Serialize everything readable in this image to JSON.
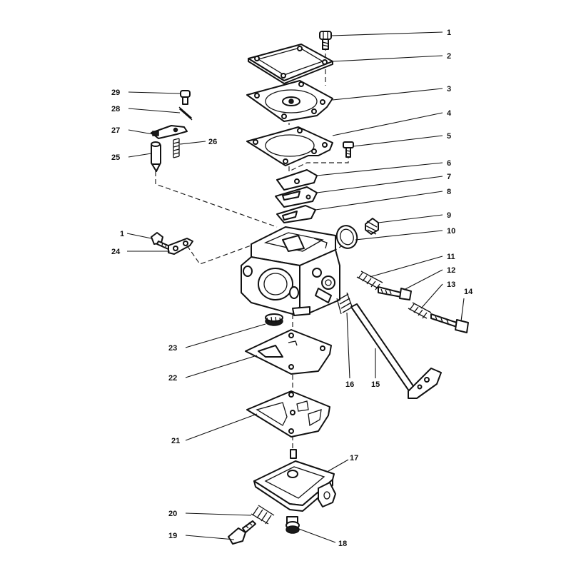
{
  "callouts": [
    {
      "id": "c1",
      "text": "1"
    },
    {
      "id": "c2",
      "text": "2"
    },
    {
      "id": "c3",
      "text": "3"
    },
    {
      "id": "c4",
      "text": "4"
    },
    {
      "id": "c5",
      "text": "5"
    },
    {
      "id": "c6",
      "text": "6"
    },
    {
      "id": "c7",
      "text": "7"
    },
    {
      "id": "c8",
      "text": "8"
    },
    {
      "id": "c9",
      "text": "9"
    },
    {
      "id": "c10",
      "text": "10"
    },
    {
      "id": "c11",
      "text": "11"
    },
    {
      "id": "c12",
      "text": "12"
    },
    {
      "id": "c13",
      "text": "13"
    },
    {
      "id": "c14",
      "text": "14"
    },
    {
      "id": "c15",
      "text": "15"
    },
    {
      "id": "c16",
      "text": "16"
    },
    {
      "id": "c17",
      "text": "17"
    },
    {
      "id": "c18",
      "text": "18"
    },
    {
      "id": "c19",
      "text": "19"
    },
    {
      "id": "c20",
      "text": "20"
    },
    {
      "id": "c21",
      "text": "21"
    },
    {
      "id": "c22",
      "text": "22"
    },
    {
      "id": "c23",
      "text": "23"
    },
    {
      "id": "c24",
      "text": "24"
    },
    {
      "id": "c25",
      "text": "25"
    },
    {
      "id": "c26",
      "text": "26"
    },
    {
      "id": "c27",
      "text": "27"
    },
    {
      "id": "c28",
      "text": "28"
    },
    {
      "id": "c29",
      "text": "29"
    },
    {
      "id": "c1b",
      "text": "1"
    }
  ]
}
